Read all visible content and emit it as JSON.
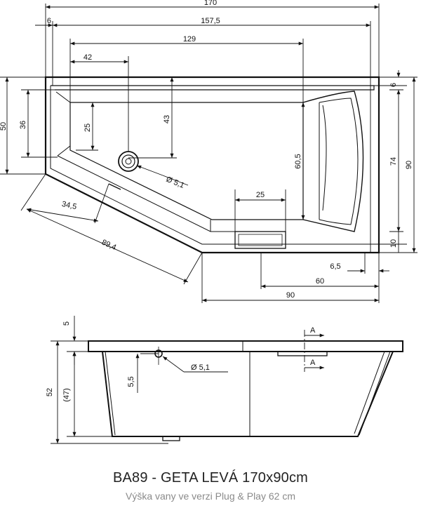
{
  "top_view": {
    "dims": {
      "total_length": "170",
      "inner_length": "157,5",
      "basin_length": "129",
      "left_rim": "6",
      "drain_offset_x": "42",
      "right_rim": "6",
      "drain_offset_y": "43",
      "basin_head_depth": "25",
      "left_depth": "36",
      "left_outer_depth": "50",
      "basin_depth": "60,5",
      "inner_depth": "74",
      "total_width": "90",
      "overflow_width": "25",
      "bottom_rim": "10",
      "right_corner": "6,5",
      "straight_front": "60",
      "front_total": "90",
      "slant_short": "34,5",
      "slant_long": "89,4",
      "drain_dia": "Ø 5,1"
    }
  },
  "side_view": {
    "dims": {
      "rim_height": "5",
      "total_height": "52",
      "inner_height": "(47)",
      "drain_height": "5,5",
      "drain_dia": "Ø 5,1",
      "section_a_top": "A",
      "section_a_bottom": "A"
    }
  },
  "caption": {
    "model": "BA89 - GETA LEVÁ 170x90cm",
    "height_note": "Výška vany ve verzi Plug & Play 62 cm"
  }
}
